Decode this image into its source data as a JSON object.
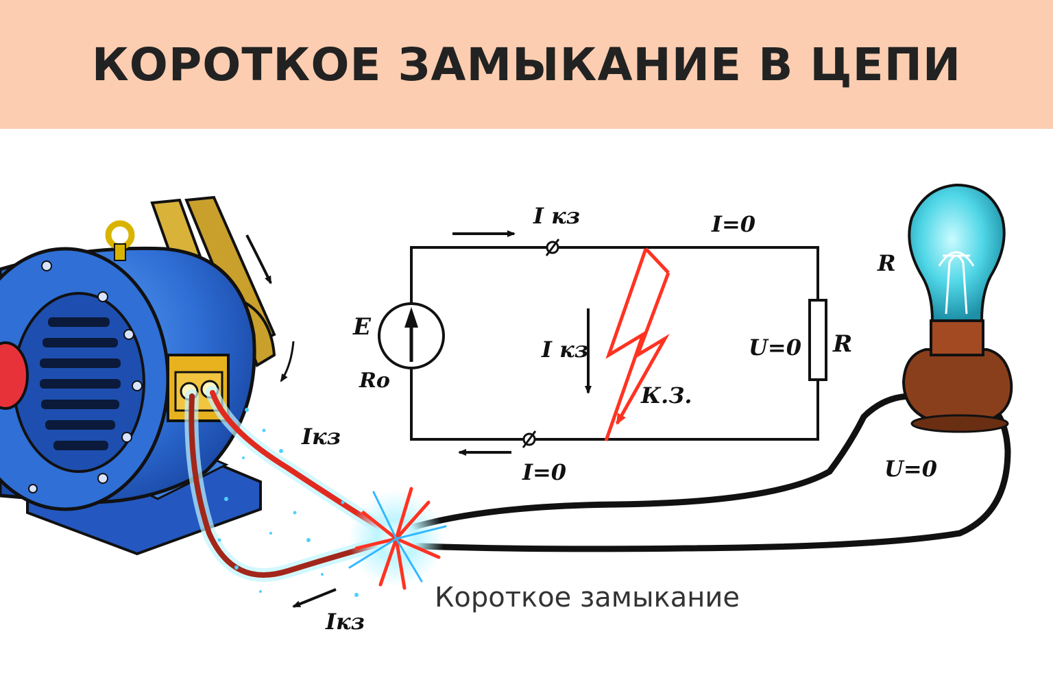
{
  "title": "КОРОТКОЕ ЗАМЫКАНИЕ В ЦЕПИ",
  "schematic": {
    "top_current_label": "I кз",
    "top_right_current_label": "I=0",
    "vertical_current_label": "I кз",
    "bottom_current_label": "I=0",
    "source_label": "E",
    "internal_resistance_label": "Ro",
    "voltage_label": "U=0",
    "resistor_label": "R",
    "short_circuit_label": "К.З."
  },
  "illustration": {
    "motor_current_label": "Iкз",
    "return_current_label": "Iкз",
    "lamp_label": "R",
    "lamp_voltage_label": "U=0",
    "spark_caption": "Короткое замыкание"
  },
  "colors": {
    "banner": "#fccdb0",
    "title_text": "#222222",
    "motor_blue": "#2f6fd6",
    "spark_red": "#ff3322",
    "glow_cyan": "#7fe6ff",
    "lamp_glass": "#4fd6e6",
    "lamp_base": "#8a3f1c"
  }
}
